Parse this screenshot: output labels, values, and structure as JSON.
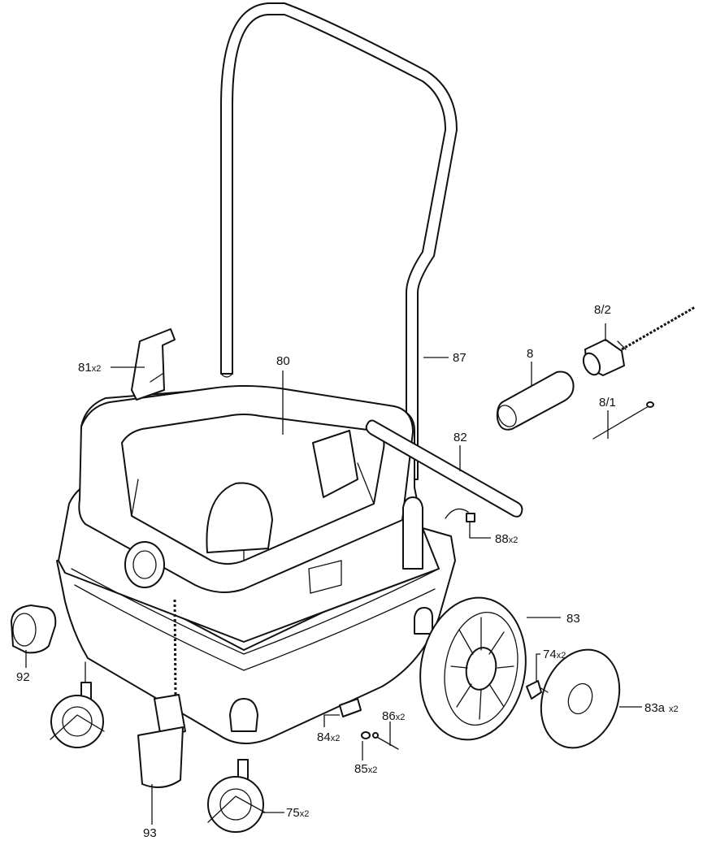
{
  "labels": {
    "p8": {
      "num": "8"
    },
    "p8_1": {
      "num": "8/1"
    },
    "p8_2": {
      "num": "8/2"
    },
    "p74": {
      "num": "74",
      "qty": "x2"
    },
    "p75": {
      "num": "75",
      "qty": "x2"
    },
    "p80": {
      "num": "80"
    },
    "p81": {
      "num": "81",
      "qty": "x2"
    },
    "p82": {
      "num": "82"
    },
    "p83": {
      "num": "83"
    },
    "p83a": {
      "num": "83a",
      "qty": "x2"
    },
    "p84": {
      "num": "84",
      "qty": "x2"
    },
    "p85": {
      "num": "85",
      "qty": "x2"
    },
    "p86": {
      "num": "86",
      "qty": "x2"
    },
    "p87": {
      "num": "87"
    },
    "p88": {
      "num": "88",
      "qty": "x2"
    },
    "p92": {
      "num": "92"
    },
    "p93": {
      "num": "93"
    }
  }
}
